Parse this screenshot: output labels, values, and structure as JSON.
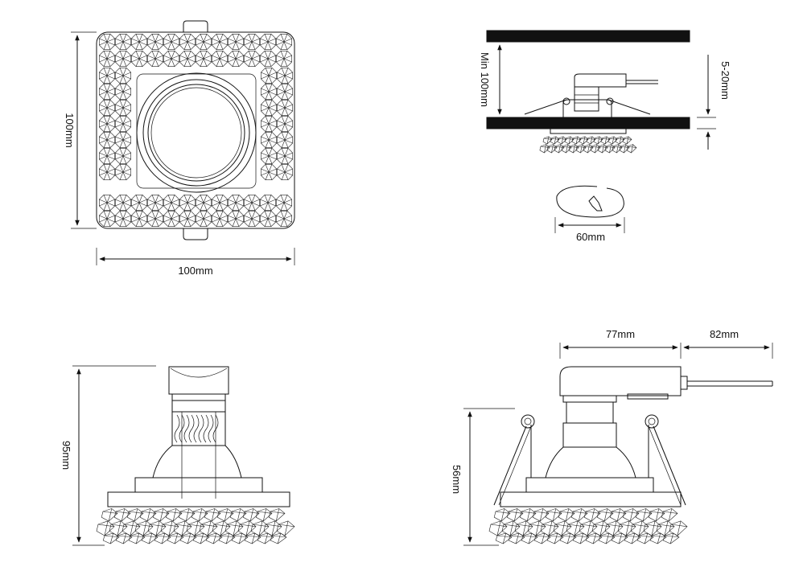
{
  "dimensions": {
    "top_height": "100mm",
    "top_width": "100mm",
    "min_ceiling_gap": "Min 100mm",
    "ceiling_thickness": "5-20mm",
    "cutout": "60mm",
    "side_height": "95mm",
    "housing_length": "77mm",
    "cable_length": "82mm",
    "install_height": "56mm"
  },
  "colors": {
    "line": "#111111",
    "background": "#ffffff",
    "ceiling": "#0d0d0d"
  }
}
